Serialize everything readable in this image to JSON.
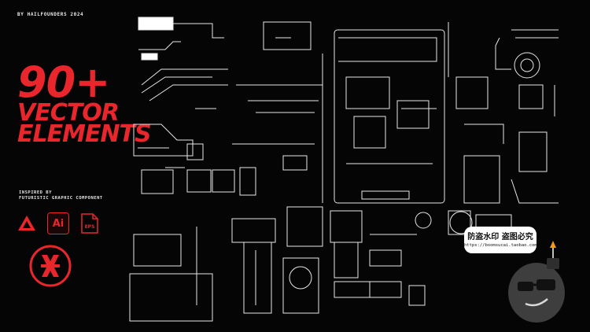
{
  "byline": "BY HAILFOUNDERS 2024",
  "hero": {
    "count": "90+",
    "line1": "VECTOR",
    "line2": "ELEMENTS"
  },
  "inspired": {
    "line1": "INSPIRED BY",
    "line2": "FUTURISTIC GRAPHIC COMPONENT"
  },
  "apps": {
    "ai_label": "Ai",
    "eps_label": "EPS"
  },
  "watermark": {
    "title": "防盗水印 盗图必究",
    "url": "https://boomsucai.taobao.com"
  },
  "colors": {
    "accent": "#e8262b",
    "background": "#050505",
    "line": "#e6e6e6"
  }
}
